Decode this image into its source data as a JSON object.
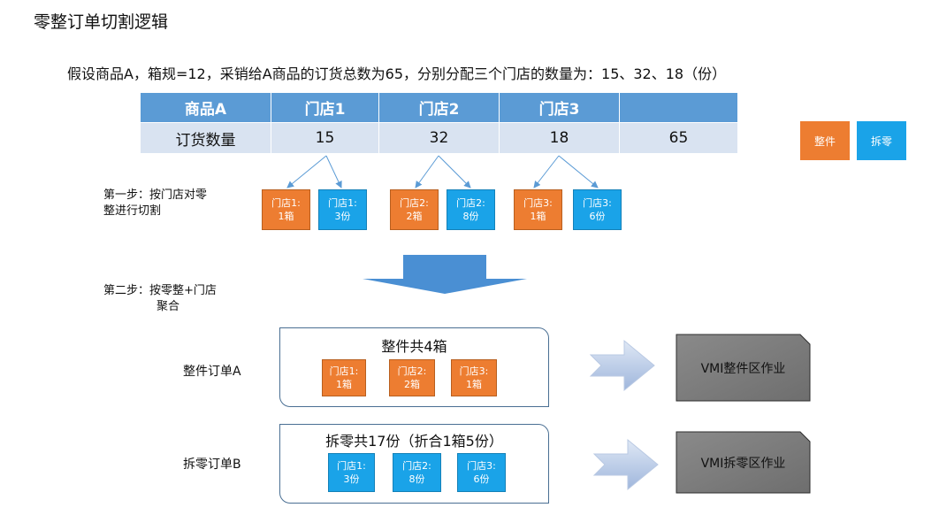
{
  "title": "零整订单切割逻辑",
  "assumption": "假设商品A，箱规=12，采销给A商品的订货总数为65，分别分配三个门店的数量为：15、32、18（份）",
  "table": {
    "header": [
      "商品A",
      "门店1",
      "门店2",
      "门店3",
      ""
    ],
    "row": [
      "订货数量",
      "15",
      "32",
      "18",
      "65"
    ]
  },
  "legend": [
    {
      "label": "整件",
      "color": "#ed7d31"
    },
    {
      "label": "拆零",
      "color": "#1aa3e8"
    }
  ],
  "step1": {
    "line1": "第一步：按门店对零",
    "line2": "整进行切割"
  },
  "step1_boxes": [
    {
      "l1": "门店1:",
      "l2": "1箱",
      "type": "whole"
    },
    {
      "l1": "门店1:",
      "l2": "3份",
      "type": "split"
    },
    {
      "l1": "门店2:",
      "l2": "2箱",
      "type": "whole"
    },
    {
      "l1": "门店2:",
      "l2": "8份",
      "type": "split"
    },
    {
      "l1": "门店3:",
      "l2": "1箱",
      "type": "whole"
    },
    {
      "l1": "门店3:",
      "l2": "6份",
      "type": "split"
    }
  ],
  "step2": {
    "line1": "第二步：按零整+门店",
    "line2": "聚合"
  },
  "order_a": {
    "label": "整件订单A",
    "panel_title": "整件共4箱",
    "boxes": [
      {
        "l1": "门店1:",
        "l2": "1箱"
      },
      {
        "l1": "门店2:",
        "l2": "2箱"
      },
      {
        "l1": "门店3:",
        "l2": "1箱"
      }
    ],
    "result": "VMI整件区作业"
  },
  "order_b": {
    "label": "拆零订单B",
    "panel_title": "拆零共17份（折合1箱5份）",
    "boxes": [
      {
        "l1": "门店1:",
        "l2": "3份"
      },
      {
        "l1": "门店2:",
        "l2": "8份"
      },
      {
        "l1": "门店3:",
        "l2": "6份"
      }
    ],
    "result": "VMI拆零区作业"
  }
}
